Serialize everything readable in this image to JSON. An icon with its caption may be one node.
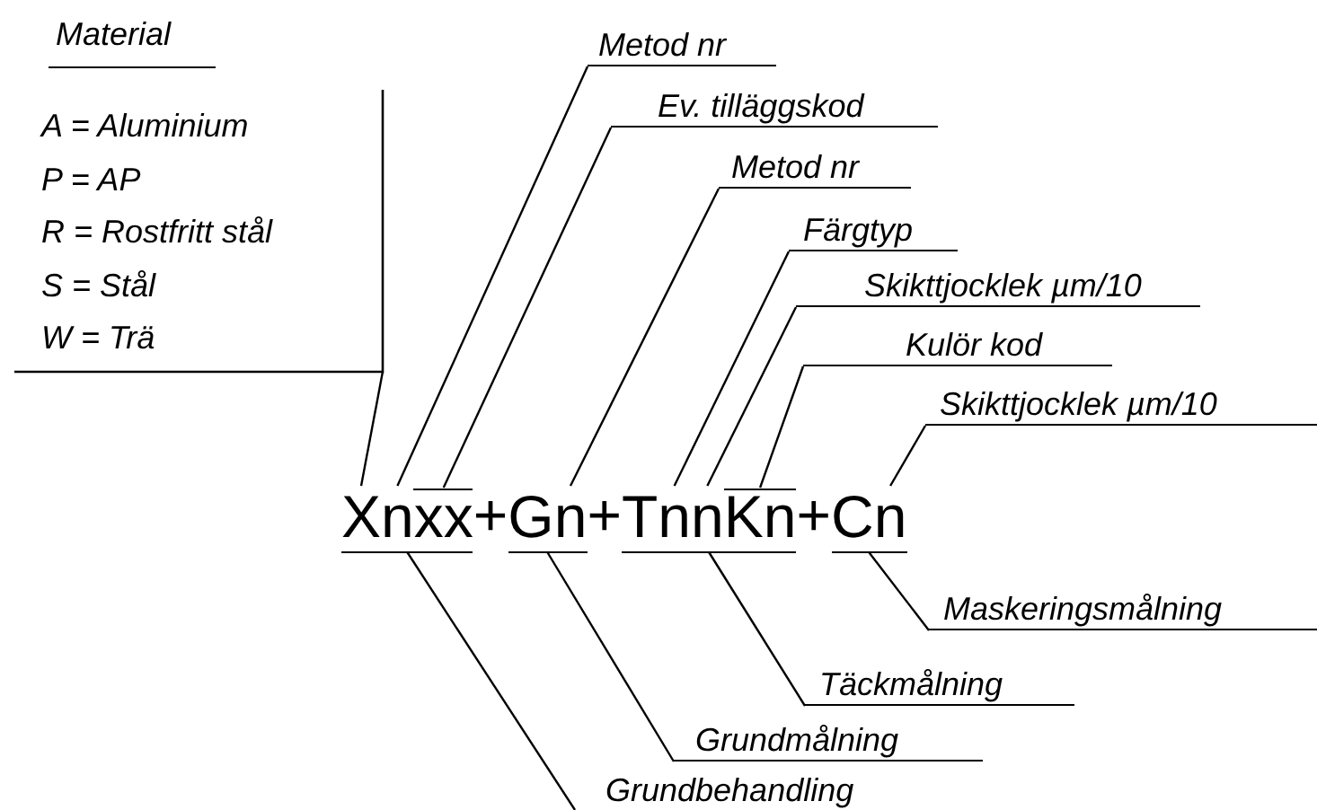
{
  "diagram": {
    "nodes": [
      {
        "text": [
          "Material",
          "A = Aluminium",
          "P = AP",
          "R = Rostfritt stål",
          "S = Stål",
          "W = Trä"
        ]
      },
      {
        "text": [
          "Metod nr"
        ]
      },
      {
        "text": [
          "Ev. tilläggskod"
        ]
      },
      {
        "text": [
          "Metod nr"
        ]
      },
      {
        "text": [
          "Färgtyp"
        ]
      },
      {
        "text": [
          "Skikttjocklek µm/10"
        ]
      },
      {
        "text": [
          "Kulör kod"
        ]
      },
      {
        "text": [
          "Skikttjocklek µm/10"
        ]
      },
      {
        "text": [],
        "shape": "bar"
      },
      {
        "text": [
          "X"
        ],
        "in": 8
      },
      {
        "text": [
          "n"
        ],
        "in": 8
      },
      {
        "text": [
          "xx"
        ],
        "in": 8
      },
      {
        "text": [],
        "shape": "bar"
      },
      {
        "text": [
          "G"
        ],
        "in": 12
      },
      {
        "text": [
          "n"
        ],
        "in": 12
      },
      {
        "text": [],
        "shape": "bar"
      },
      {
        "text": [
          "T"
        ],
        "in": 15
      },
      {
        "text": [
          "n"
        ],
        "in": 15
      },
      {
        "text": [
          "n"
        ],
        "in": 15
      },
      {
        "text": [
          "Kn"
        ],
        "in": 15
      },
      {
        "text": [],
        "shape": "bar"
      },
      {
        "text": [
          "C"
        ],
        "in": 20
      },
      {
        "text": [
          "n"
        ],
        "in": 20
      },
      {
        "text": [
          "Maskeringsmålning"
        ]
      },
      {
        "text": [
          "Täckmålning"
        ]
      },
      {
        "text": [
          "Grundmålning"
        ]
      },
      {
        "text": [
          "Grundbehandling"
        ]
      }
    ],
    "edges": [
      {
        "from": 0,
        "to": 9,
        "arrow": "none"
      },
      {
        "from": 1,
        "to": 10,
        "arrow": "none"
      },
      {
        "from": 2,
        "to": 11,
        "arrow": "none"
      },
      {
        "from": 3,
        "to": 14,
        "arrow": "none"
      },
      {
        "from": 4,
        "to": 17,
        "arrow": "none"
      },
      {
        "from": 5,
        "to": 18,
        "arrow": "none"
      },
      {
        "from": 6,
        "to": 19,
        "arrow": "none"
      },
      {
        "from": 7,
        "to": 22,
        "arrow": "none"
      },
      {
        "from": 23,
        "to": 20,
        "arrow": "none"
      },
      {
        "from": 24,
        "to": 15,
        "arrow": "none"
      },
      {
        "from": 25,
        "to": 12,
        "arrow": "none"
      },
      {
        "from": 26,
        "to": 8,
        "arrow": "none"
      }
    ],
    "labels": [
      "+",
      "+",
      "+"
    ]
  }
}
